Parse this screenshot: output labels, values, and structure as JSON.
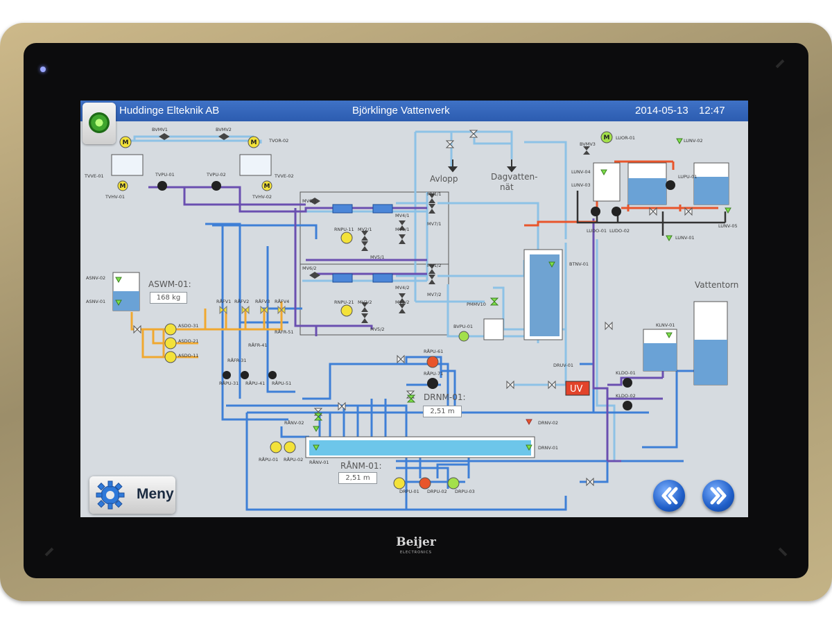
{
  "device": {
    "brand": "Beijer",
    "brand_sub": "ELECTRONICS"
  },
  "header": {
    "company": "Huddinge Elteknik AB",
    "title": "Björklinge Vattenverk",
    "date": "2014-05-13",
    "time": "12:47"
  },
  "menu": {
    "label": "Meny"
  },
  "nav": {
    "back_icon": "double-chevron-left-icon",
    "forward_icon": "double-chevron-right-icon"
  },
  "tanks": {
    "aswm": {
      "name": "ASWM-01:",
      "value": "168 kg"
    },
    "drnm": {
      "name": "DRNM-01:",
      "value": "2,51 m"
    },
    "ranm": {
      "name": "RÅNM-01:",
      "value": "2,51 m"
    }
  },
  "area_labels": {
    "avlopp": "Avlopp",
    "dagvatten": "Dagvatten-",
    "dagvatten2": "nät",
    "vattentorn": "Vattentorn",
    "uv": "UV"
  },
  "tags": {
    "bvmv1": "BVMV1",
    "bvmv2": "BVMV2",
    "tvor02": "TVOR-02",
    "tvve01": "TVVE-01",
    "tvhv01": "TVHV-01",
    "tvpu01": "TVPU-01",
    "tvpu02": "TVPU-02",
    "tvve02": "TVVE-02",
    "tvhv02": "TVHV-02",
    "mv61": "MV6/1",
    "mv62": "MV6/2",
    "rnpu11": "RNPU-11",
    "mv21": "MV2/1",
    "mv41": "MV4/1",
    "mv31": "MV3/1",
    "mv51": "MV5/1",
    "mv11": "MV1/1",
    "mv71": "MV7/1",
    "rnpu21": "RNPU-21",
    "mv22": "MV2/2",
    "mv42": "MV4/2",
    "mv32": "MV3/2",
    "mv52": "MV5/2",
    "mv12": "MV1/2",
    "mv72": "MV7/2",
    "pmmv10": "PMMV10",
    "bvpu01": "BVPU-01",
    "asnv02": "ASNV-02",
    "asnv01": "ASNV-01",
    "rafv1": "RÅFV1",
    "rafv2": "RÅFV2",
    "rafv3": "RÅFV3",
    "rafv4": "RÅFV4",
    "asdo31": "ASDO-31",
    "asdo21": "ASDO-21",
    "asdo11": "ASDO-11",
    "rafr51": "RÅFR-51",
    "rafr41": "RÅFR-41",
    "rafr31": "RÅFR-31",
    "rapu31": "RÅPU-31",
    "rapu41": "RÅPU-41",
    "rapu51": "RÅPU-51",
    "rapu61": "RÅPU-61",
    "rapu71": "RÅPU-71",
    "ranv02": "RÅNV-02",
    "ranv01": "RÅNV-01",
    "rapu01": "RÅPU-01",
    "rapu02": "RÅPU-02",
    "drpu01": "DRPU-01",
    "drpu02": "DRPU-02",
    "drpu03": "DRPU-03",
    "drnv02": "DRNV-02",
    "drnv01": "DRNV-01",
    "druv01": "DRUV-01",
    "btnv01": "BTNV-01",
    "klnv01": "KLNV-01",
    "kldo01": "KLDO-01",
    "kldo02": "KLDO-02",
    "bvmv3": "BVMV3",
    "luor01": "LUOR-01",
    "lunv04": "LUNV-04",
    "lunv03": "LUNV-03",
    "lunv02": "LUNV-02",
    "lupu01": "LUPU-01",
    "ludo01": "LUDO-01",
    "ludo02": "LUDO-02",
    "lunv01": "LUNV-01",
    "lunv05": "LUNV-05",
    "m": "M"
  },
  "colors": {
    "bezel": "#b5a57a",
    "header_bar": "#3566ba",
    "screen_bg": "#d6dbe0",
    "pipe_light": "#8dc2e6",
    "pipe_blue": "#3e7fd6",
    "pipe_purple": "#6a4fb0",
    "pipe_orange": "#f0a830",
    "pipe_red": "#e8552b",
    "uv_box": "#e2432a"
  }
}
